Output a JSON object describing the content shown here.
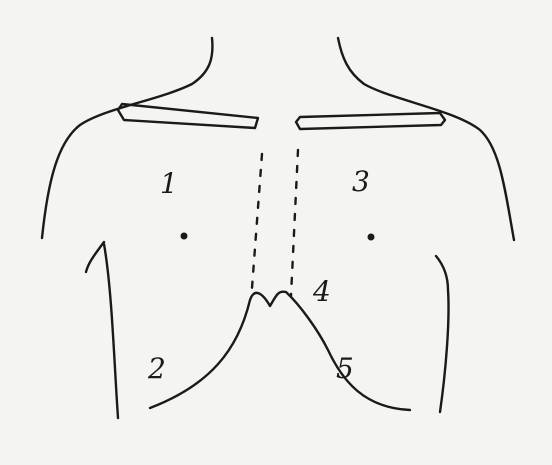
{
  "diagram": {
    "markers": [
      {
        "label": "1"
      },
      {
        "label": "2"
      },
      {
        "label": "3"
      },
      {
        "label": "4"
      },
      {
        "label": "5"
      }
    ],
    "ink_color": "#1a1a1a",
    "paper_color": "#f4f4f2"
  }
}
